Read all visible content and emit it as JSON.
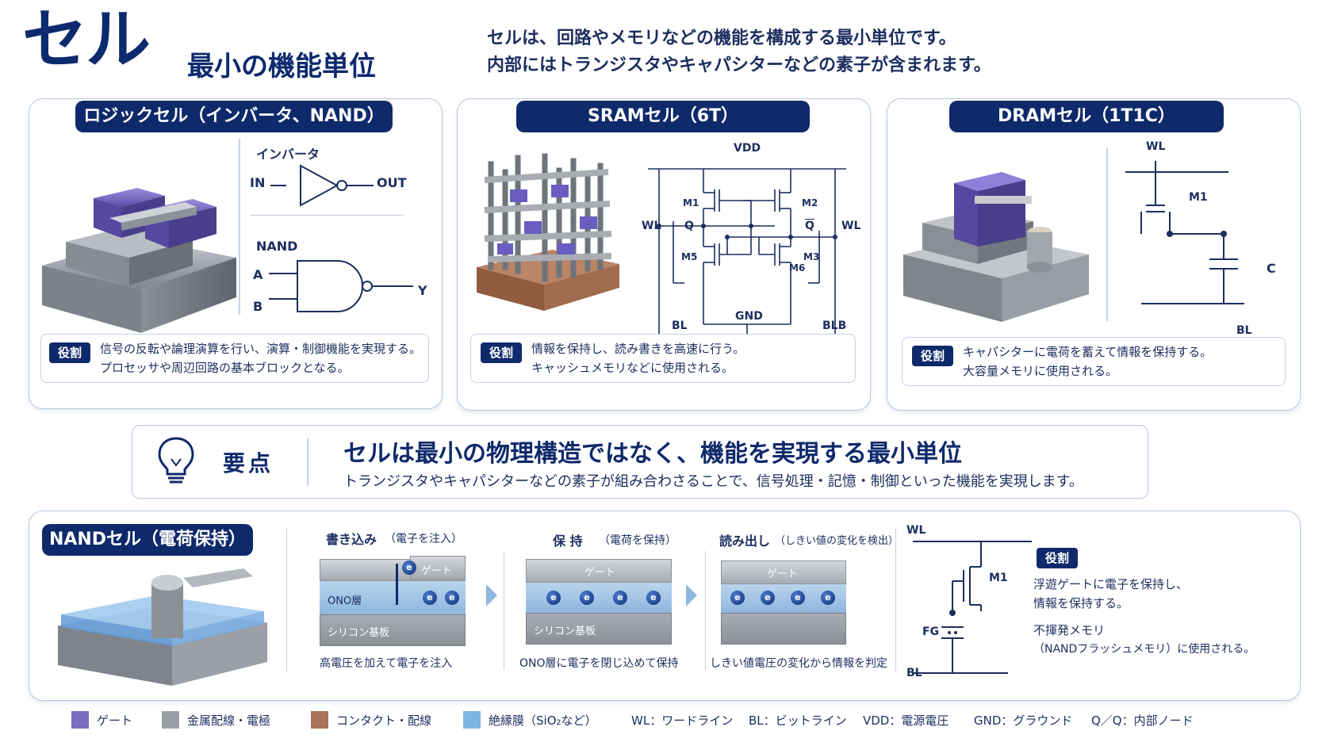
{
  "header": {
    "title": "セル",
    "subtitle": "最小の機能単位",
    "description_line1": "セルは、回路やメモリなどの機能を構成する最小単位です。",
    "description_line2": "内部にはトランジスタやキャパシターなどの素子が含まれます。"
  },
  "logic_cell": {
    "title": "ロジックセル（インバータ、NAND）",
    "inverter_label": "インバータ",
    "inverter_in": "IN",
    "inverter_out": "OUT",
    "nand_label": "NAND",
    "nand_a": "A",
    "nand_b": "B",
    "nand_y": "Y",
    "role_tag": "役割",
    "role_line1": "信号の反転や論理演算を行い、演算・制御機能を実現する。",
    "role_line2": "プロセッサや周辺回路の基本ブロックとなる。"
  },
  "sram_cell": {
    "title": "SRAMセル（6T）",
    "vdd": "VDD",
    "gnd": "GND",
    "wl_left": "WL",
    "wl_right": "WL",
    "bl": "BL",
    "blb": "BLB",
    "q": "Q",
    "qbar": "Q",
    "m1": "M1",
    "m2": "M2",
    "m5": "M5",
    "m3": "M3",
    "m6": "M6",
    "role_tag": "役割",
    "role_line1": "情報を保持し、読み書きを高速に行う。",
    "role_line2": "キャッシュメモリなどに使用される。"
  },
  "dram_cell": {
    "title": "DRAMセル（1T1C）",
    "wl": "WL",
    "m1": "M1",
    "c": "C",
    "bl": "BL",
    "role_tag": "役割",
    "role_line1": "キャパシターに電荷を蓄えて情報を保持する。",
    "role_line2": "大容量メモリに使用される。"
  },
  "key_point": {
    "label": "要点",
    "headline": "セルは最小の物理構造ではなく、機能を実現する最小単位",
    "detail": "トランジスタやキャパシターなどの素子が組み合わさることで、信号処理・記憶・制御といった機能を実現します。"
  },
  "nand_cell": {
    "title": "NANDセル（電荷保持）",
    "write_title": "書き込み",
    "write_note": "（電子を注入）",
    "write_caption": "高電圧を加えて電子を注入",
    "hold_title": "保 持",
    "hold_note": "（電荷を保持）",
    "hold_caption": "ONO層に電子を閉じ込めて保持",
    "read_title": "読み出し",
    "read_note": "（しきい値の変化を検出）",
    "read_caption": "しきい値電圧の変化から情報を判定",
    "gate_label": "ゲート",
    "ono_label": "ONO層",
    "si_label": "シリコン基板",
    "electron": "e",
    "wl": "WL",
    "bl": "BL",
    "m1": "M1",
    "fg": "FG",
    "role_tag": "役割",
    "role_line1": "浮遊ゲートに電子を保持し、",
    "role_line2": "情報を保持する。",
    "role_line3": "不揮発メモリ",
    "role_line4": "（NANDフラッシュメモリ）に使用される。"
  },
  "legend": {
    "gate": "ゲート",
    "metal": "金属配線・電極",
    "contact": "コンタクト・配線",
    "insulator": "絶縁膜（SiO₂など）",
    "wl": "WL：ワードライン",
    "bl": "BL：ビットライン",
    "vdd": "VDD：電源電圧",
    "gnd": "GND：グラウンド",
    "q": "Q／Q：内部ノード",
    "colors": {
      "gate": "#7b6bbf",
      "metal": "#9a9ea5",
      "contact": "#a8735a",
      "insulator": "#7fb4e3"
    }
  }
}
